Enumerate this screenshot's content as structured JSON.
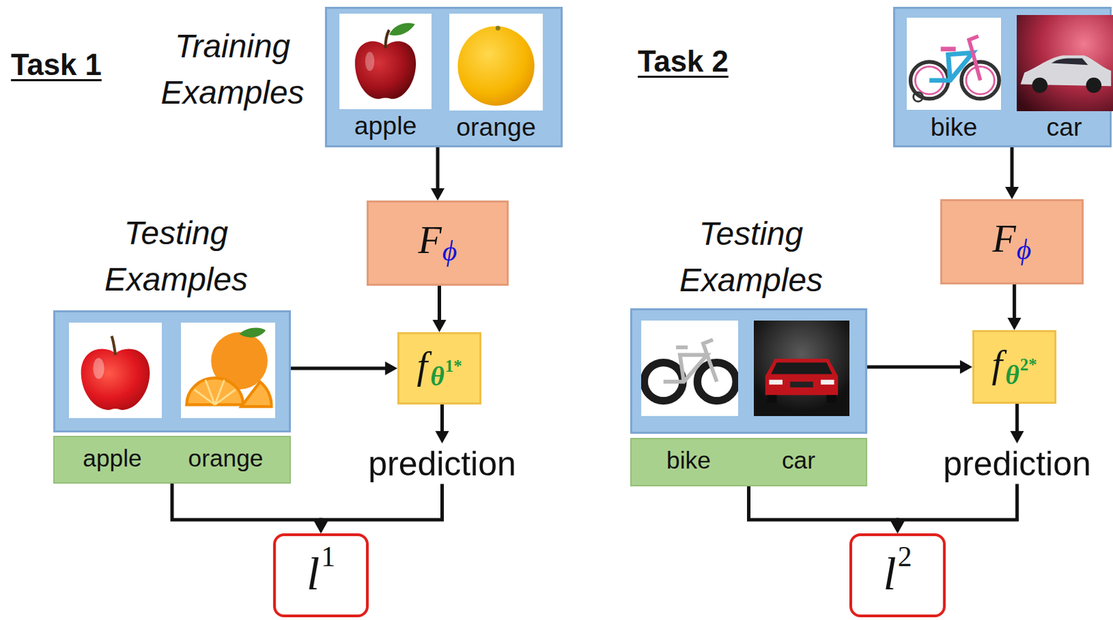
{
  "diagram": {
    "nodes": [
      {
        "text": [
          "Training Examples",
          "apple",
          "orange"
        ]
      },
      {
        "text": [
          "F",
          "ϕ"
        ]
      },
      {
        "text": [
          "Testing Examples"
        ]
      },
      {
        "text": [
          "f",
          "θ",
          "1*"
        ]
      },
      {
        "text": [
          "apple",
          "orange"
        ]
      },
      {
        "text": [
          "prediction"
        ]
      },
      {
        "text": [
          "l",
          "1"
        ]
      },
      {
        "text": [
          "bike",
          "car"
        ]
      },
      {
        "text": [
          "F",
          "ϕ"
        ]
      },
      {
        "text": [
          "Testing Examples"
        ]
      },
      {
        "text": [
          "f",
          "θ",
          "2*"
        ]
      },
      {
        "text": [
          "bike",
          "car"
        ]
      },
      {
        "text": [
          "prediction"
        ]
      },
      {
        "text": [
          "l",
          "2"
        ]
      }
    ],
    "edges": [
      {
        "from": 0,
        "to": 1,
        "arrow": "to"
      },
      {
        "from": 1,
        "to": 3,
        "arrow": "to"
      },
      {
        "from": 2,
        "to": 3,
        "arrow": "to"
      },
      {
        "from": 3,
        "to": 5,
        "arrow": "to"
      },
      {
        "from": 4,
        "to": 6,
        "arrow": "to"
      },
      {
        "from": 5,
        "to": 6,
        "arrow": "to"
      },
      {
        "from": 7,
        "to": 8,
        "arrow": "to"
      },
      {
        "from": 8,
        "to": 10,
        "arrow": "to"
      },
      {
        "from": 9,
        "to": 10,
        "arrow": "to"
      },
      {
        "from": 10,
        "to": 12,
        "arrow": "to"
      },
      {
        "from": 11,
        "to": 13,
        "arrow": "to"
      },
      {
        "from": 12,
        "to": 13,
        "arrow": "to"
      }
    ],
    "labels": [
      "Task 1",
      "Task 2"
    ]
  }
}
